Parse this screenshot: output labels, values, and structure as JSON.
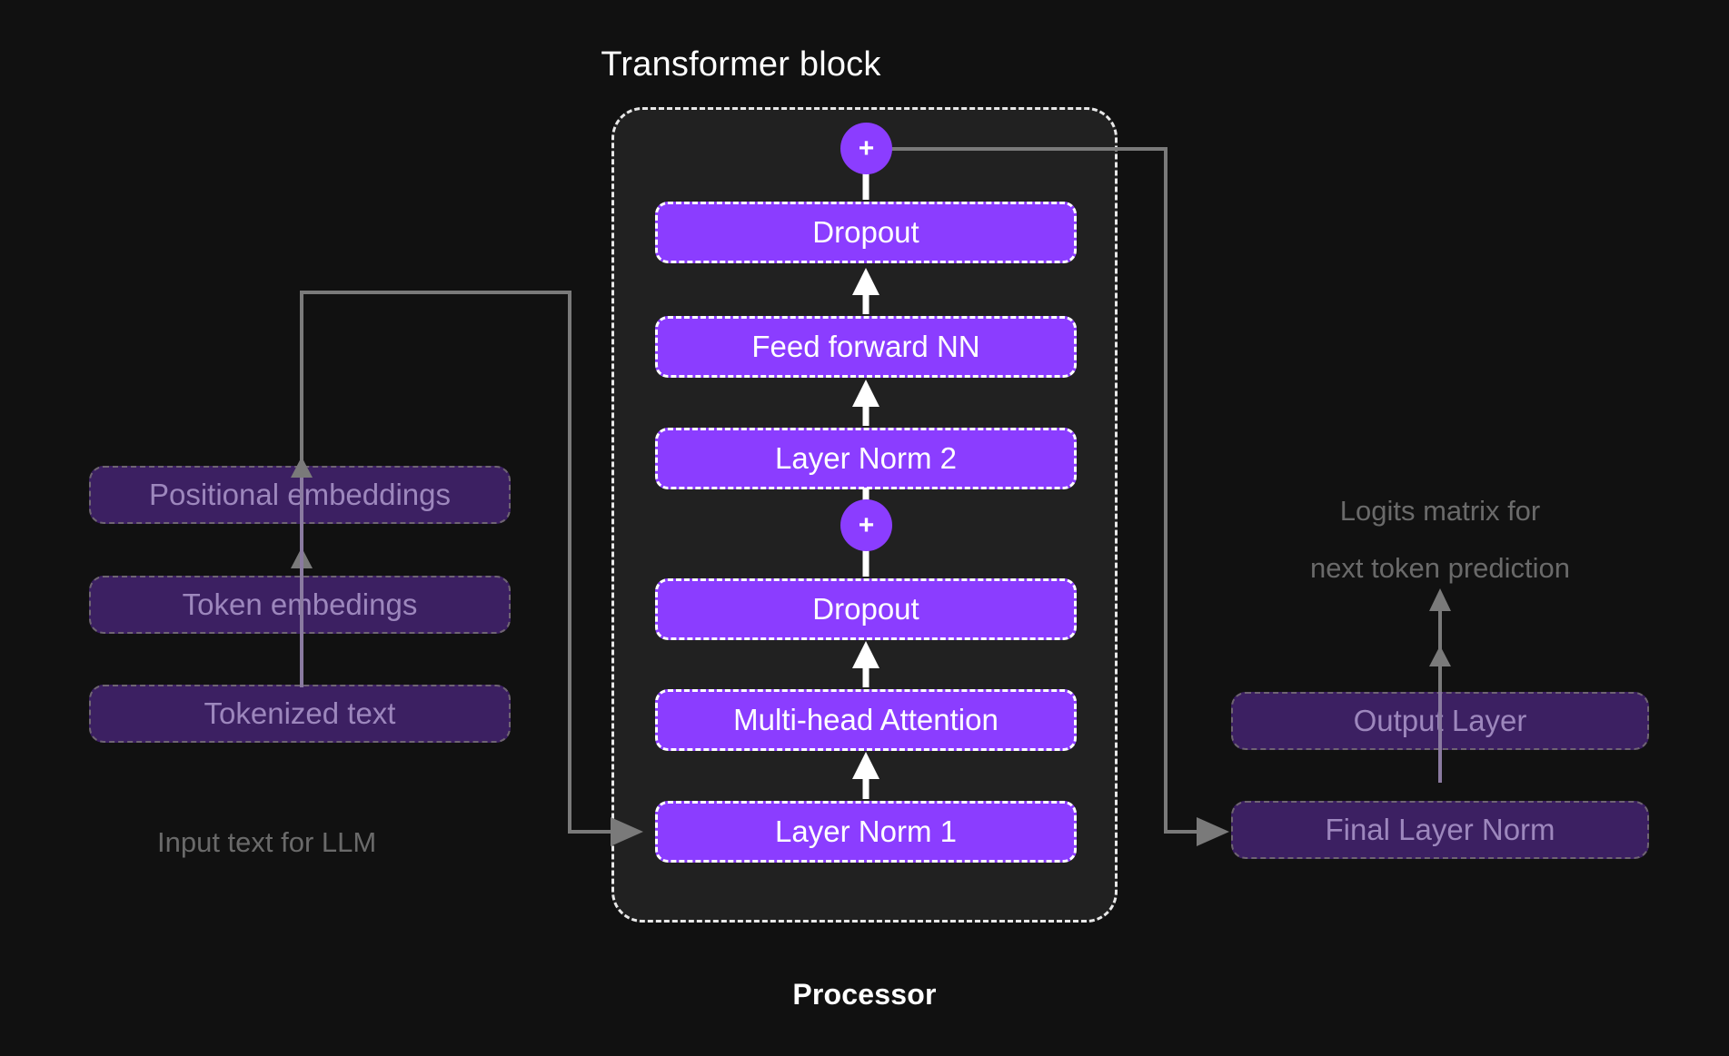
{
  "diagram": {
    "title_top": "Transformer block",
    "title_bottom": "Processor",
    "background_color": "#111111",
    "block_fill_bright": "#8B3DFF",
    "block_fill_dark": "#3C2062",
    "connector_color": "#7a7a7a",
    "inner_arrow_color": "#ffffff"
  },
  "input_pipeline": {
    "caption": "Input text for LLM",
    "boxes": [
      {
        "label": "Positional embeddings"
      },
      {
        "label": "Token embedings"
      },
      {
        "label": "Tokenized text"
      }
    ]
  },
  "transformer_block": {
    "blocks": [
      {
        "label": "Dropout"
      },
      {
        "label": "Feed forward NN"
      },
      {
        "label": "Layer Norm 2"
      },
      {
        "label": "Dropout"
      },
      {
        "label": "Multi-head Attention"
      },
      {
        "label": "Layer Norm 1"
      }
    ],
    "residual_nodes": [
      {
        "label": "+",
        "name": "top-residual-add"
      },
      {
        "label": "+",
        "name": "mid-residual-add"
      }
    ]
  },
  "output_pipeline": {
    "caption_line1": "Logits matrix for",
    "caption_line2": "next token prediction",
    "boxes": [
      {
        "label": "Output Layer"
      },
      {
        "label": "Final Layer Norm"
      }
    ]
  }
}
